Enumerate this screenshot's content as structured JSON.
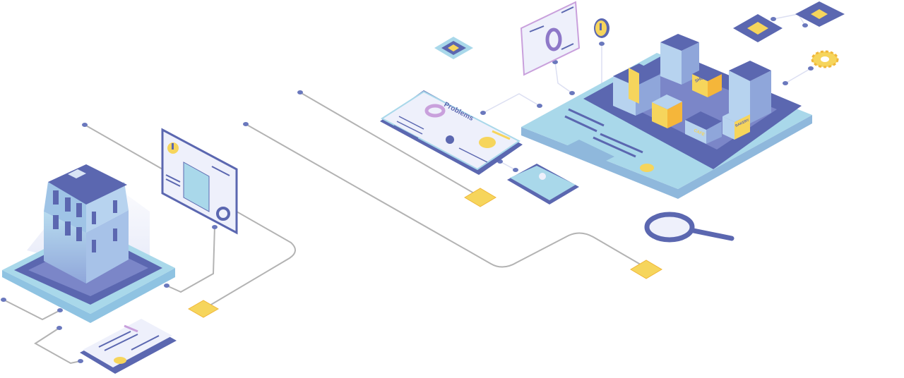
{
  "problems_card": {
    "title": "Problems"
  },
  "city": {
    "shop_sign": "SHOP",
    "cafe_sign": "CAFE",
    "bakery_sign": "BAKERY"
  },
  "colors": {
    "navy": "#5b67b0",
    "light_blue": "#a9d8ea",
    "pale": "#eef0fb",
    "yellow": "#f6d55c",
    "orange": "#f5b63a",
    "line_gray": "#b3b3b3"
  }
}
